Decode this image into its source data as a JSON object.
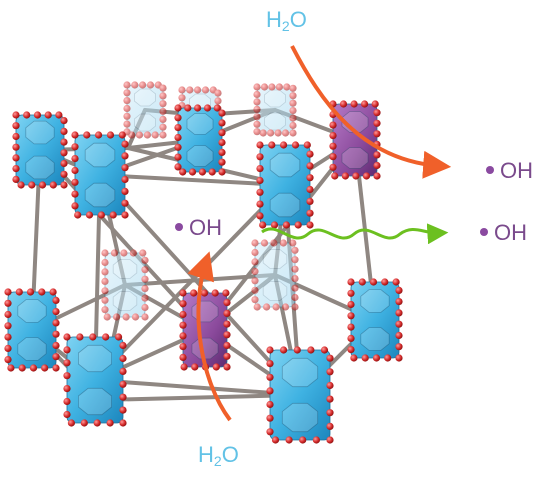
{
  "labels": {
    "water_top": {
      "base": "H",
      "sub": "2",
      "rest": "O"
    },
    "water_bottom": {
      "base": "H",
      "sub": "2",
      "rest": "O"
    },
    "oh_center": "OH",
    "oh_right_top": "OH",
    "oh_right_mid": "OH"
  },
  "colors": {
    "water_text": "#62c2e6",
    "radical_dot": "#8a4aa0",
    "radical_text": "#7a4a8c",
    "orange_arrow": "#f0602a",
    "green_arrow": "#6cc020",
    "framework_rod": "#8f8782",
    "cluster_blue": "#3fb2e2",
    "cluster_purple": "#8b4a9c",
    "oxygen_atom": "#d42a2a"
  }
}
